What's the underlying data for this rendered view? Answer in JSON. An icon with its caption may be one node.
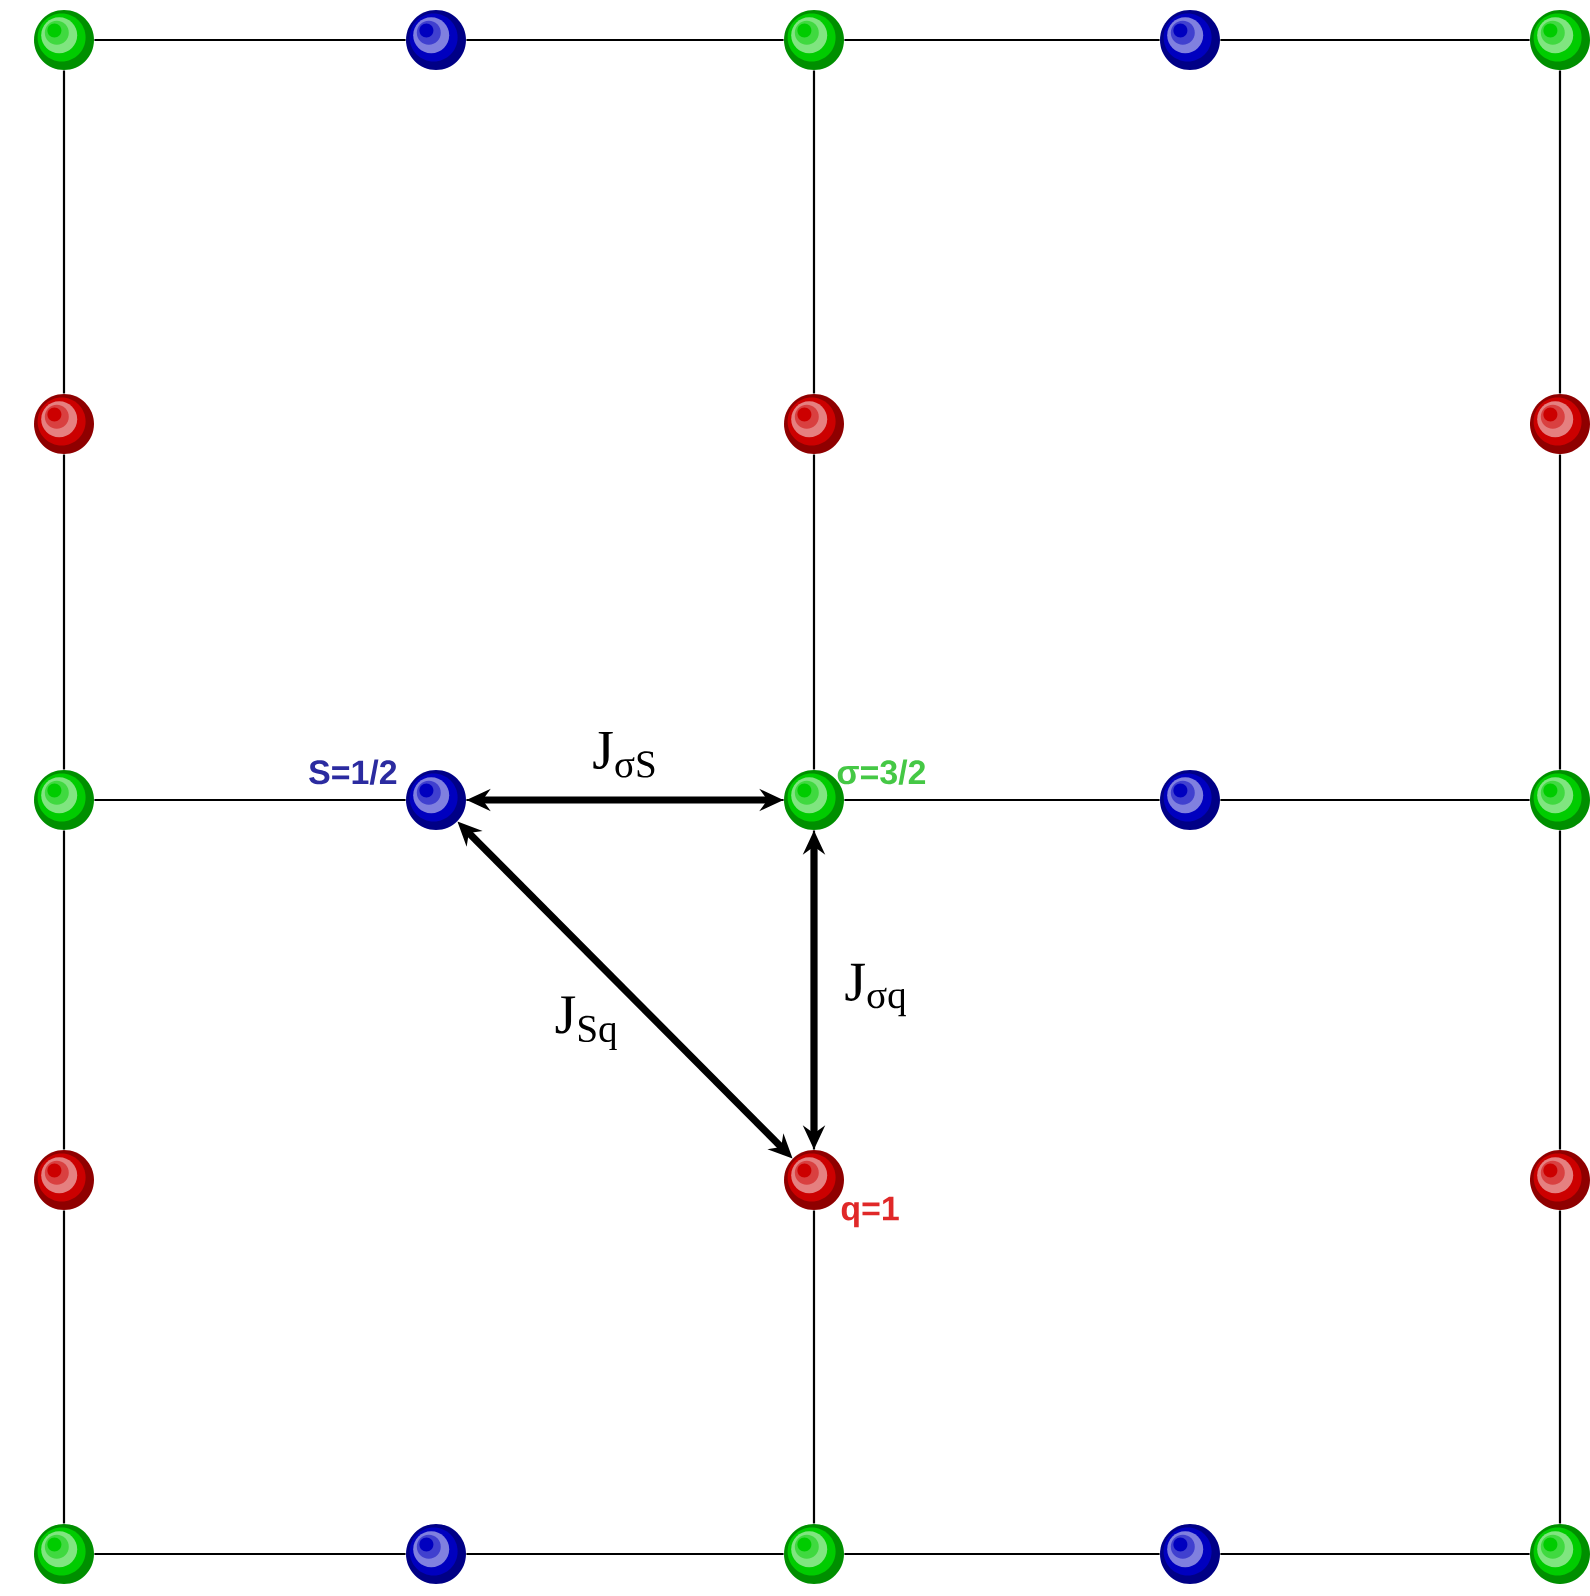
{
  "diagram": {
    "nodes": [
      {
        "text": [],
        "shape": "circle"
      },
      {
        "text": [],
        "shape": "circle"
      },
      {
        "text": [],
        "shape": "circle"
      },
      {
        "text": [],
        "shape": "circle"
      },
      {
        "text": [],
        "shape": "circle"
      },
      {
        "text": [],
        "shape": "circle"
      },
      {
        "text": [],
        "shape": "circle"
      },
      {
        "text": [],
        "shape": "circle"
      },
      {
        "text": [],
        "shape": "circle"
      },
      {
        "text": [],
        "shape": "circle",
        "beside": [
          "S=1/2"
        ]
      },
      {
        "text": [],
        "shape": "circle",
        "beside": [
          "σ=3/2"
        ]
      },
      {
        "text": [],
        "shape": "circle"
      },
      {
        "text": [],
        "shape": "circle"
      },
      {
        "text": [],
        "shape": "circle"
      },
      {
        "text": [],
        "shape": "circle",
        "beside": [
          "q=1"
        ]
      },
      {
        "text": [],
        "shape": "circle"
      },
      {
        "text": [],
        "shape": "circle"
      },
      {
        "text": [],
        "shape": "circle"
      },
      {
        "text": [],
        "shape": "circle"
      },
      {
        "text": [],
        "shape": "circle"
      },
      {
        "text": [],
        "shape": "circle"
      }
    ],
    "edges": [
      {
        "from": 0,
        "to": 1,
        "arrow": "none"
      },
      {
        "from": 1,
        "to": 2,
        "arrow": "none"
      },
      {
        "from": 2,
        "to": 3,
        "arrow": "none"
      },
      {
        "from": 3,
        "to": 4,
        "arrow": "none"
      },
      {
        "from": 8,
        "to": 9,
        "arrow": "none"
      },
      {
        "from": 9,
        "to": 10,
        "arrow": "none"
      },
      {
        "from": 10,
        "to": 11,
        "arrow": "none"
      },
      {
        "from": 11,
        "to": 12,
        "arrow": "none"
      },
      {
        "from": 16,
        "to": 17,
        "arrow": "none"
      },
      {
        "from": 17,
        "to": 18,
        "arrow": "none"
      },
      {
        "from": 18,
        "to": 19,
        "arrow": "none"
      },
      {
        "from": 19,
        "to": 20,
        "arrow": "none"
      },
      {
        "from": 0,
        "to": 5,
        "arrow": "none"
      },
      {
        "from": 5,
        "to": 8,
        "arrow": "none"
      },
      {
        "from": 8,
        "to": 13,
        "arrow": "none"
      },
      {
        "from": 13,
        "to": 16,
        "arrow": "none"
      },
      {
        "from": 2,
        "to": 6,
        "arrow": "none"
      },
      {
        "from": 6,
        "to": 10,
        "arrow": "none"
      },
      {
        "from": 10,
        "to": 14,
        "arrow": "none"
      },
      {
        "from": 14,
        "to": 18,
        "arrow": "none"
      },
      {
        "from": 4,
        "to": 7,
        "arrow": "none"
      },
      {
        "from": 7,
        "to": 12,
        "arrow": "none"
      },
      {
        "from": 12,
        "to": 15,
        "arrow": "none"
      },
      {
        "from": 15,
        "to": 20,
        "arrow": "none"
      },
      {
        "from": 9,
        "to": 10,
        "arrow": "both",
        "style": "thick",
        "label": "J$_{σS}$"
      },
      {
        "from": 9,
        "to": 14,
        "arrow": "both",
        "style": "thick",
        "label": "J$_{Sq}$"
      },
      {
        "from": 10,
        "to": 14,
        "arrow": "both",
        "style": "thick",
        "label": "J$_{σq}$"
      }
    ]
  }
}
